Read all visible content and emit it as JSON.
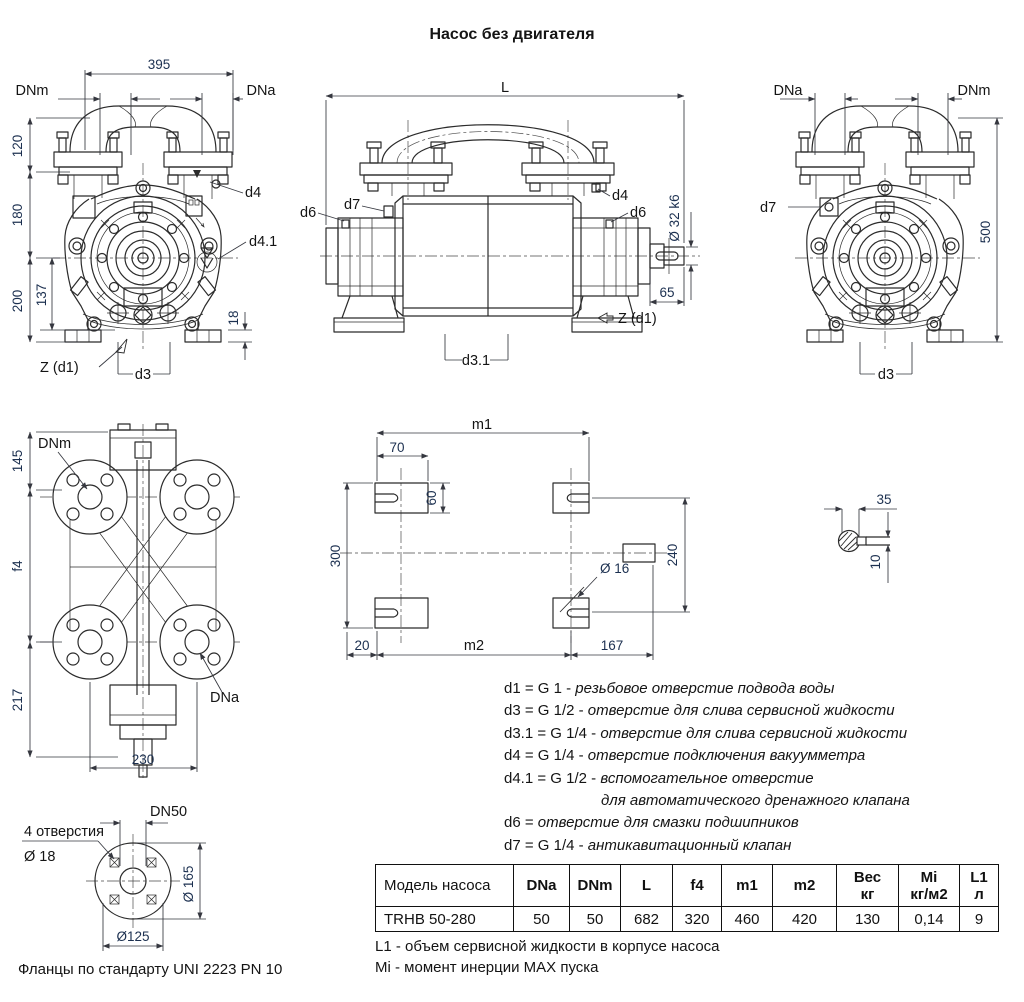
{
  "title": "Насос без двигателя",
  "fv_left": {
    "dim395": "395",
    "dnm": "DNm",
    "dna": "DNa",
    "dim120": "120",
    "dim180": "180",
    "dim200": "200",
    "dim137": "137",
    "dim18": "18",
    "d4": "d4",
    "d41": "d4.1",
    "zd1": "Z (d1)",
    "d3": "d3"
  },
  "side": {
    "L": "L",
    "d6l": "d6",
    "d7": "d7",
    "d4": "d4",
    "d6r": "d6",
    "shaft": "Ø 32 k6",
    "dim65": "65",
    "zd1": "Z (d1)",
    "d31": "d3.1"
  },
  "fv_right": {
    "dna": "DNa",
    "dnm": "DNm",
    "d7": "d7",
    "dim500": "500",
    "d3": "d3"
  },
  "top": {
    "dnm": "DNm",
    "dim145": "145",
    "f4": "f4",
    "dim217": "217",
    "dna": "DNa",
    "dim230": "230"
  },
  "plan": {
    "m1": "m1",
    "dim70": "70",
    "dim60": "60",
    "dim300": "300",
    "dim240": "240",
    "dia16": "Ø 16",
    "dim20": "20",
    "m2": "m2",
    "dim167": "167"
  },
  "key": {
    "dim35": "35",
    "dim10": "10"
  },
  "flange": {
    "dn50": "DN50",
    "holes": "4 отверстия",
    "dia18": "Ø 18",
    "dia165": "Ø 165",
    "dia125": "Ø125",
    "note": "Фланцы по стандарту UNI 2223 PN 10"
  },
  "legend": [
    {
      "c": "d1 = G 1 - ",
      "d": "резьбовое отверстие подвода воды"
    },
    {
      "c": "d3 = G 1/2 - ",
      "d": "отверстие для слива сервисной жидкости"
    },
    {
      "c": "d3.1 = G 1/4 - ",
      "d": "отверстие для слива сервисной жидкости"
    },
    {
      "c": "d4 = G 1/4 - ",
      "d": "отверстие подключения вакуумметра"
    },
    {
      "c": "d4.1 = G 1/2 - ",
      "d": "вспомогательное отверстие"
    },
    {
      "c": "",
      "d": "для автоматического дренажного клапана"
    },
    {
      "c": "d6 = ",
      "d": "отверстие для смазки подшипников"
    },
    {
      "c": "d7 = G 1/4 - ",
      "d": "антикавитационный клапан"
    }
  ],
  "table": {
    "model_header": "Модель насоса",
    "cols": [
      "DNa",
      "DNm",
      "L",
      "f4",
      "m1",
      "m2"
    ],
    "cols2": [
      [
        "Вес",
        "кг"
      ],
      [
        "Mi",
        "кг/м2"
      ],
      [
        "L1",
        "л"
      ]
    ],
    "row_model": "TRHB 50-280",
    "row_values": [
      "50",
      "50",
      "682",
      "320",
      "460",
      "420",
      "130",
      "0,14",
      "9"
    ]
  },
  "notes": [
    "L1 - объем сервисной жидкости в корпусе насоса",
    "Mi - момент инерции MAX пуска"
  ]
}
